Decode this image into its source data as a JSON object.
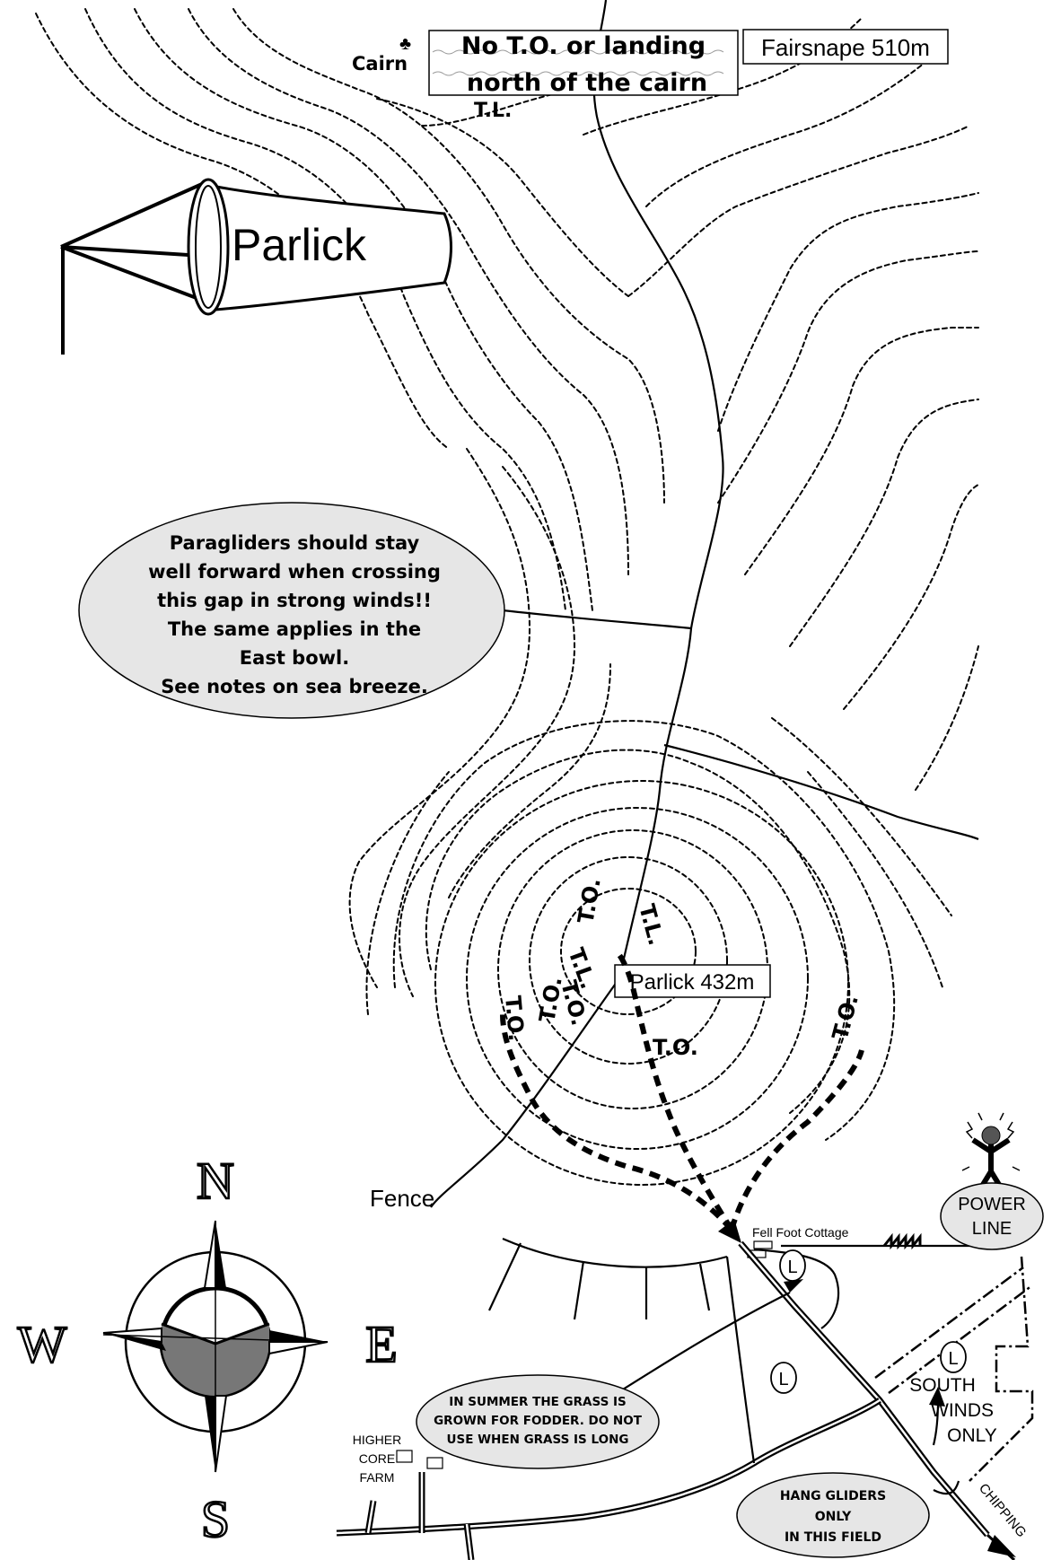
{
  "labels": {
    "cairn": "Cairn",
    "no_to_line1": "No T.O. or landing",
    "no_to_line2": "north of the cairn",
    "tl_top": "T.L.",
    "fairsnape": "Fairsnape 510m",
    "windsock": "Parlick",
    "paraglider_note": [
      "Paragliders should stay",
      "well forward when crossing",
      "this gap in strong winds!!",
      "The same applies in the",
      "East bowl.",
      "See notes on sea breeze."
    ],
    "parlick_summit": "Parlick 432m",
    "to": "T.O.",
    "tl": "T.L.",
    "fence": "Fence",
    "fell_foot": "Fell Foot Cottage",
    "power_line": [
      "POWER",
      "LINE"
    ],
    "landing": "L",
    "south_winds": [
      "SOUTH",
      "WINDS",
      "ONLY"
    ],
    "summer_note": [
      "IN SUMMER THE GRASS IS",
      "GROWN FOR FODDER. DO NOT",
      "USE WHEN GRASS IS LONG"
    ],
    "higher_core": [
      "HIGHER",
      "CORE",
      "FARM"
    ],
    "hang_gliders": [
      "HANG GLIDERS",
      "ONLY",
      "IN THIS FIELD"
    ],
    "chipping": "CHIPPING",
    "compass": {
      "n": "N",
      "s": "S",
      "e": "E",
      "w": "W"
    }
  },
  "icons": [
    "cairn-icon",
    "windsock-icon",
    "compass-rose-icon",
    "electrocuted-figure-icon",
    "landing-marker-icon"
  ]
}
